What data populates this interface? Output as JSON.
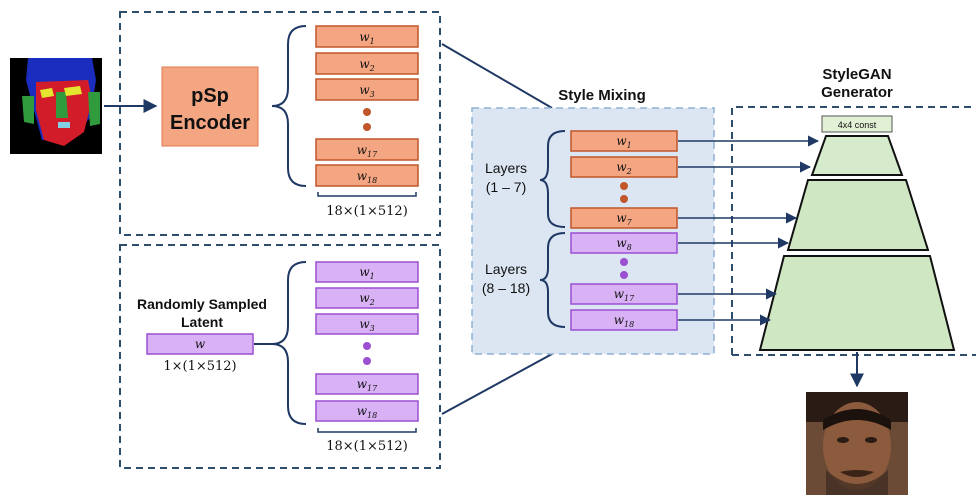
{
  "top_encoder": {
    "encoder_line1": "pSp",
    "encoder_line2": "Encoder",
    "latent_names": [
      "w",
      "w",
      "w",
      "w",
      "w"
    ],
    "latent_subs": [
      "1",
      "2",
      "3",
      "17",
      "18"
    ],
    "dims": "18×(1×512)"
  },
  "random_latent": {
    "label_line1": "Randomly Sampled",
    "label_line2": "Latent",
    "w_label": "w",
    "dims": "1×(1×512)",
    "latent_names": [
      "w",
      "w",
      "w",
      "w",
      "w"
    ],
    "latent_subs": [
      "1",
      "2",
      "3",
      "17",
      "18"
    ],
    "stack_dims": "18×(1×512)"
  },
  "style_mixing": {
    "title": "Style Mixing",
    "layers_a_line1": "Layers",
    "layers_a_line2": "(1 – 7)",
    "layers_b_line1": "Layers",
    "layers_b_line2": "(8 – 18)",
    "latent_names": [
      "w",
      "w",
      "w",
      "w",
      "w",
      "w"
    ],
    "latent_subs": [
      "1",
      "2",
      "7",
      "8",
      "17",
      "18"
    ]
  },
  "generator": {
    "title_line1": "StyleGAN",
    "title_line2": "Generator",
    "const_label": "4x4 const"
  },
  "colors": {
    "orange_fill": "#f4a582",
    "orange_stroke": "#c0562a",
    "purple_fill": "#d8b2f5",
    "purple_stroke": "#9b4fd1",
    "green_fill": "#cfe8c3",
    "mixing_bg": "#dbe6f2",
    "dashed": "#2e4e6e",
    "arrow": "#1f3864"
  }
}
